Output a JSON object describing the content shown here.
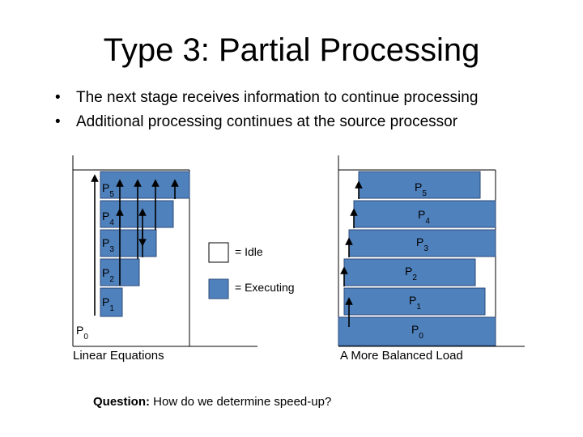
{
  "title": "Type 3: Partial Processing",
  "bullets": [
    "The next stage receives information to continue processing",
    "Additional processing continues at the source processor"
  ],
  "colors": {
    "executing": "#4f81bd",
    "executing_stroke": "#2e4a7a",
    "idle": "#ffffff"
  },
  "left_diagram": {
    "caption": "Linear Equations",
    "labels": [
      "P0",
      "P1",
      "P2",
      "P3",
      "P4",
      "P5"
    ]
  },
  "legend": {
    "idle": "= Idle",
    "executing": "= Executing"
  },
  "right_diagram": {
    "caption": "A More Balanced Load",
    "labels": [
      "P0",
      "P1",
      "P2",
      "P3",
      "P4",
      "P5"
    ]
  },
  "question": {
    "label": "Question:",
    "text": " How do we determine speed-up?"
  }
}
